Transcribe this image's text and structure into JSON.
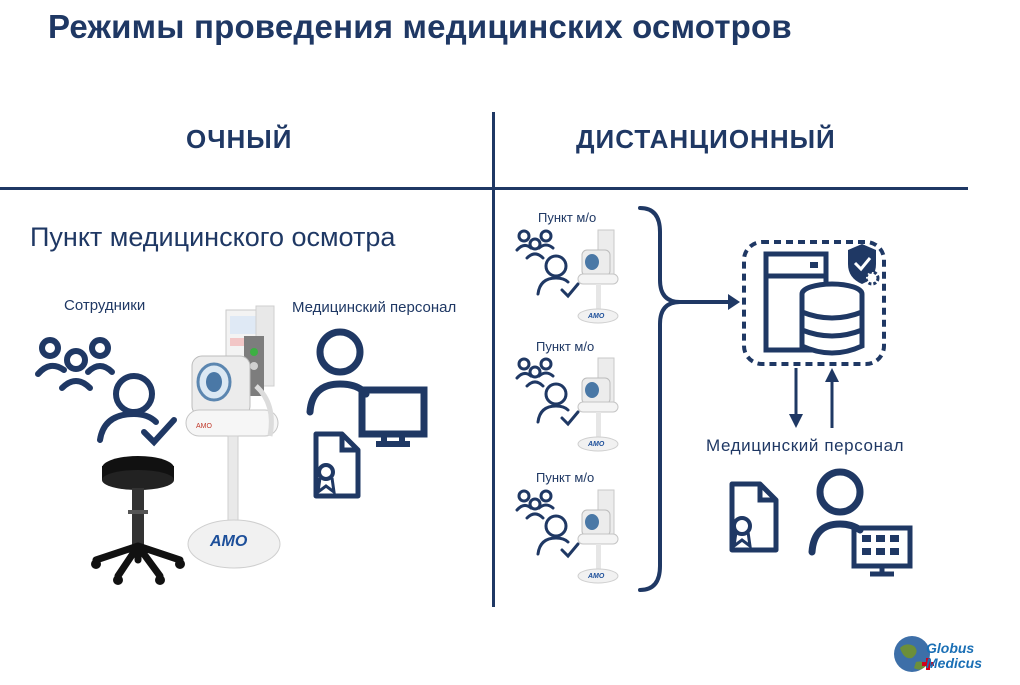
{
  "title": "Режимы проведения медицинских осмотров",
  "left": {
    "heading": "ОЧНЫЙ",
    "subtitle": "Пункт медицинского осмотра",
    "employees_label": "Сотрудники",
    "staff_label": "Медицинский персонал"
  },
  "right": {
    "heading": "ДИСТАНЦИОННЫЙ",
    "points": [
      {
        "label": "Пункт м/о"
      },
      {
        "label": "Пункт м/о"
      },
      {
        "label": "Пункт м/о"
      }
    ],
    "staff_label": "Медицинский персонал"
  },
  "logo": {
    "line1": "Globus",
    "line2": "Medicus"
  },
  "colors": {
    "primary": "#1f3864",
    "logo_blue": "#1a6fb5",
    "logo_red": "#d0021b"
  }
}
